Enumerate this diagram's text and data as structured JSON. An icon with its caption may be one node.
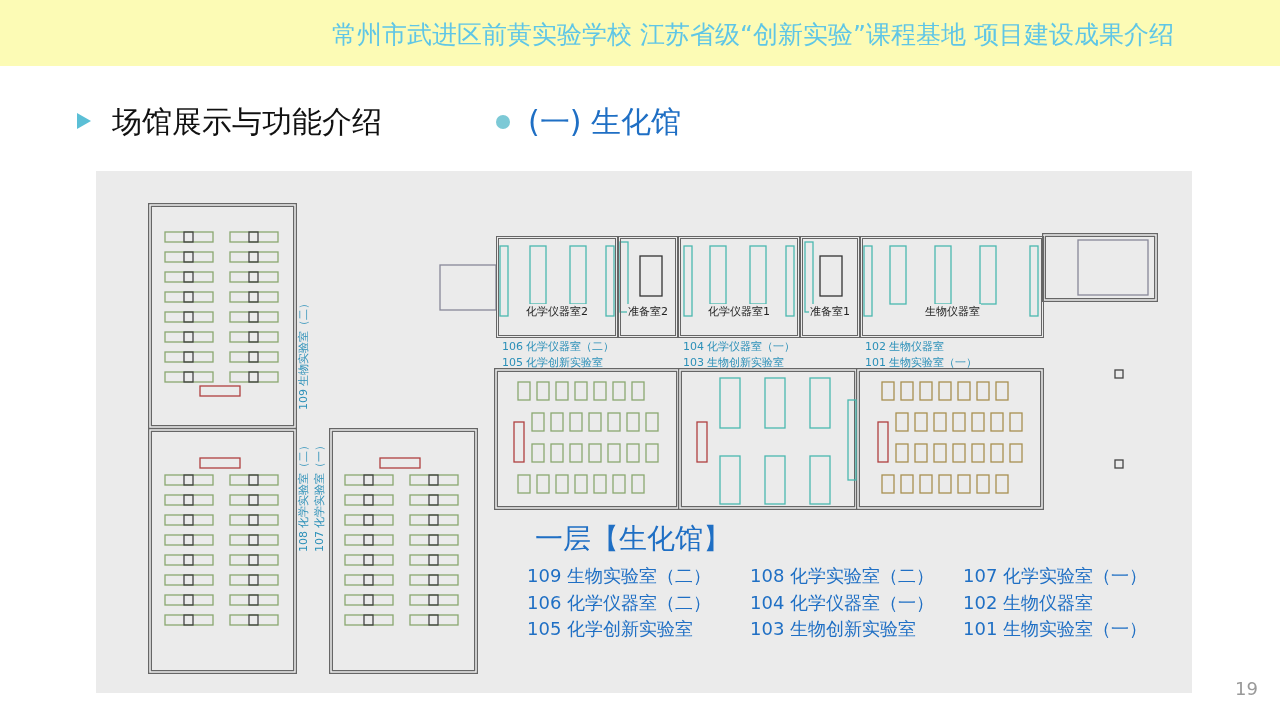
{
  "diagram": {
    "title": "常州市武进区前黄实验学校 江苏省级“创新实验”课程基地 项目建设成果介绍",
    "nodes": [
      {
        "text": [
          "化学仪器室2"
        ]
      },
      {
        "text": [
          "准备室2"
        ]
      },
      {
        "text": [
          "化学仪器室1"
        ]
      },
      {
        "text": [
          "准备室1"
        ]
      },
      {
        "text": [
          "生物仪器室"
        ]
      }
    ],
    "labels": [
      "场馆展示与功能介绍",
      "(一) 生化馆",
      "109 生物实验室（二）",
      "108 化学实验室（二）",
      "107 化学实验室（一）",
      "106 化学仪器室（二）",
      "105 化学创新实验室",
      "104 化学仪器室（一）",
      "103 生物创新实验室",
      "102 生物仪器室",
      "101 生物实验室（一）",
      "一层【生化馆】",
      "109 生物实验室（二）",
      "108 化学实验室（二）",
      "107 化学实验室（一）",
      "106 化学仪器室（二）",
      "104 化学仪器室（一）",
      "102 生物仪器室",
      "105 化学创新实验室",
      "103 生物创新实验室",
      "101 生物实验室（一）",
      "19"
    ]
  }
}
